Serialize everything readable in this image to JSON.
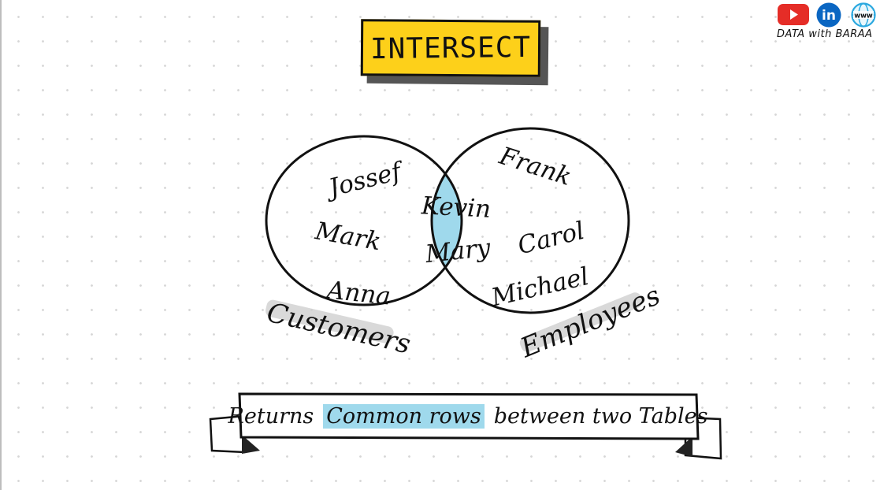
{
  "title": "INTERSECT",
  "brand": {
    "text": "DATA with BARAA",
    "icons": [
      "youtube-icon",
      "linkedin-icon",
      "website-icon"
    ],
    "web_label": "www",
    "li_label": "in"
  },
  "venn": {
    "left_set": {
      "label": "Customers",
      "only": [
        "Jossef",
        "Mark",
        "Anna"
      ]
    },
    "right_set": {
      "label": "Employees",
      "only": [
        "Frank",
        "Carol",
        "Michael"
      ]
    },
    "intersection": [
      "Kevin",
      "Mary"
    ],
    "colors": {
      "intersection": "#9fd9ec",
      "outline": "#111111",
      "label_shadow": "#cfcfcf"
    }
  },
  "banner": {
    "prefix": "Returns",
    "highlight": "Common rows",
    "suffix": "between two Tables",
    "highlight_color": "#9fd9ec"
  },
  "colors": {
    "title_bg": "#fdd01a",
    "youtube": "#e52d27",
    "linkedin": "#0a66c2",
    "web": "#2aa8df"
  }
}
